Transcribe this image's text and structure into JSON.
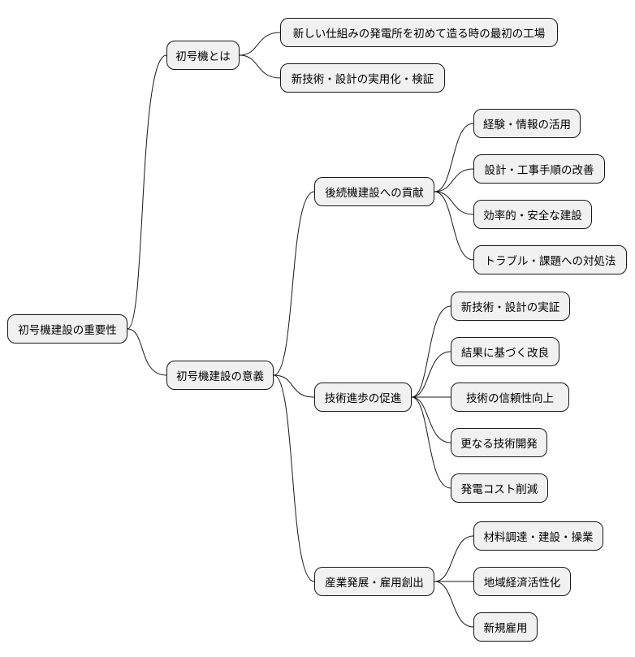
{
  "root": {
    "label": "初号機建設の重要性"
  },
  "branches": [
    {
      "label": "初号機とは",
      "children": [
        {
          "label": "新しい仕組みの発電所を初めて造る時の最初の工場"
        },
        {
          "label": "新技術・設計の実用化・検証"
        }
      ]
    },
    {
      "label": "初号機建設の意義",
      "children": [
        {
          "label": "後続機建設への貢献",
          "children": [
            {
              "label": "経験・情報の活用"
            },
            {
              "label": "設計・工事手順の改善"
            },
            {
              "label": "効率的・安全な建設"
            },
            {
              "label": "トラブル・課題への対処法"
            }
          ]
        },
        {
          "label": "技術進歩の促進",
          "children": [
            {
              "label": "新技術・設計の実証"
            },
            {
              "label": "結果に基づく改良"
            },
            {
              "label": "技術の信頼性向上"
            },
            {
              "label": "更なる技術開発"
            },
            {
              "label": "発電コスト削減"
            }
          ]
        },
        {
          "label": "産業発展・雇用創出",
          "children": [
            {
              "label": "材料調達・建設・操業"
            },
            {
              "label": "地域経済活性化"
            },
            {
              "label": "新規雇用"
            }
          ]
        }
      ]
    }
  ]
}
